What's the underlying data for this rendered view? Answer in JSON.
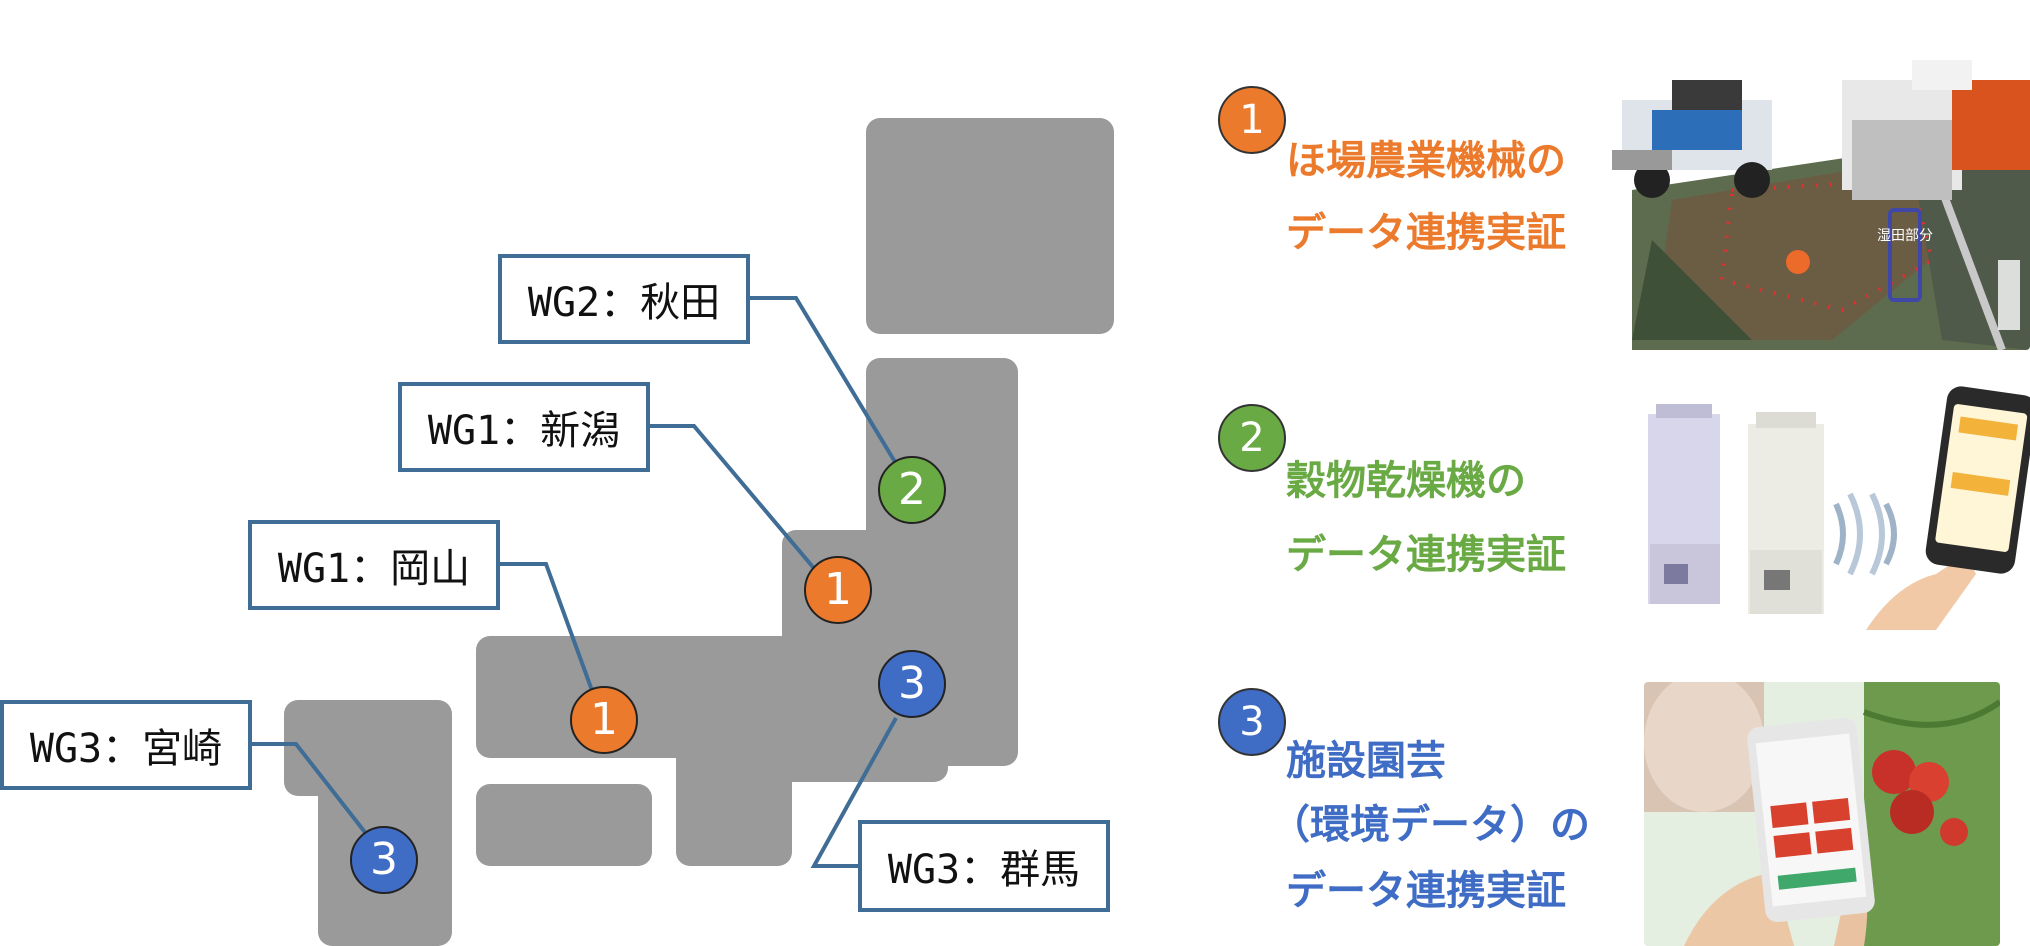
{
  "map_labels": {
    "akita": "WG2：秋田",
    "niigata": "WG1：新潟",
    "okayama": "WG1：岡山",
    "miyazaki": "WG3：宮崎",
    "gunma": "WG3：群馬"
  },
  "markers": {
    "akita": "2",
    "niigata": "1",
    "okayama": "1",
    "gunma": "3",
    "miyazaki": "3"
  },
  "legend": [
    {
      "number": "1",
      "line1": "ほ場農業機械の",
      "line2": "データ連携実証",
      "color": "#ec7a2c"
    },
    {
      "number": "2",
      "line1": "穀物乾燥機の",
      "line2": "データ連携実証",
      "color": "#6aaa44"
    },
    {
      "number": "3",
      "line1": "施設園芸",
      "line2": "（環境データ）の",
      "line3": "データ連携実証",
      "color": "#3f6cc4"
    }
  ],
  "photo1": {
    "overlay_label": "湿田部分"
  },
  "colors": {
    "land": "#9a9a9a",
    "label_border": "#3f6d96",
    "wg1": "#ec7a2c",
    "wg2": "#6aaa44",
    "wg3": "#3f6cc4"
  },
  "icons": [
    "combine-harvester-photo",
    "grain-dryer-photo",
    "smartphone-photo",
    "tomato-greenhouse-photo"
  ]
}
